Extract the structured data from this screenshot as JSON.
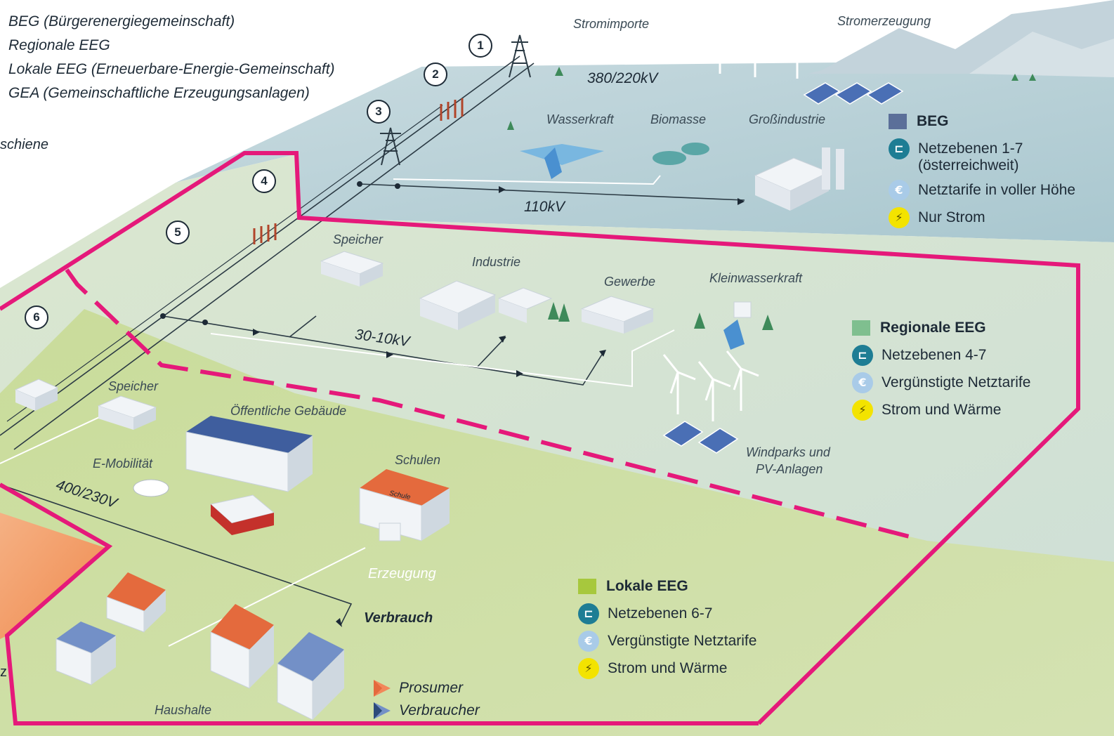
{
  "top_legend": [
    "BEG (Bürgerenergiegemeinschaft)",
    "Regionale EEG",
    "Lokale EEG (Erneuerbare-Energie-Gemeinschaft)",
    "GEA (Gemeinschaftliche Erzeugungsanlagen)"
  ],
  "cut_text": {
    "schiene": "schiene",
    "left_bottom": "z"
  },
  "labels": {
    "stromimporte": "Stromimporte",
    "stromerzeugung": "Stromerzeugung",
    "v380": "380/220kV",
    "wasserkraft": "Wasserkraft",
    "biomasse": "Biomasse",
    "grossindustrie": "Großindustrie",
    "v110": "110kV",
    "speicher_top": "Speicher",
    "industrie": "Industrie",
    "gewerbe": "Gewerbe",
    "kleinwasserkraft": "Kleinwasserkraft",
    "v30": "30-10kV",
    "windparks": "Windparks und",
    "pv_anlagen": "PV-Anlagen",
    "speicher_low": "Speicher",
    "oeffentliche": "Öffentliche Gebäude",
    "emobilitaet": "E-Mobilität",
    "v400": "400/230V",
    "schulen": "Schulen",
    "schule_sign": "Schule",
    "erzeugung": "Erzeugung",
    "verbrauch": "Verbrauch",
    "haushalte": "Haushalte"
  },
  "numbers": [
    "1",
    "2",
    "3",
    "4",
    "5",
    "6"
  ],
  "beg": {
    "title": "BEG",
    "item1": "Netzebenen 1-7",
    "item1b": "(österreichweit)",
    "item2": "Netztarife in voller Höhe",
    "item3": "Nur Strom"
  },
  "regional": {
    "title": "Regionale EEG",
    "item1": "Netzebenen 4-7",
    "item2": "Vergünstigte Netztarife",
    "item3": "Strom und Wärme"
  },
  "lokal": {
    "title": "Lokale EEG",
    "item1": "Netzebenen 6-7",
    "item2": "Vergünstigte Netztarife",
    "item3": "Strom und Wärme"
  },
  "pv_legend": {
    "prosumer": "Prosumer",
    "verbraucher": "Verbraucher"
  },
  "colors": {
    "beg": "#5b6f99",
    "regional": "#7fbf8f",
    "lokal": "#a7c83d",
    "border": "#e5197a",
    "grid_icon": "#1e7d94",
    "euro_icon": "#a9cbe8",
    "bolt_icon": "#f3e300"
  },
  "icons": [
    "grid-icon",
    "euro-icon",
    "lightning-icon",
    "wind-turbine-icon",
    "pylon-icon",
    "solar-panel-icon",
    "house-icon",
    "factory-icon"
  ]
}
